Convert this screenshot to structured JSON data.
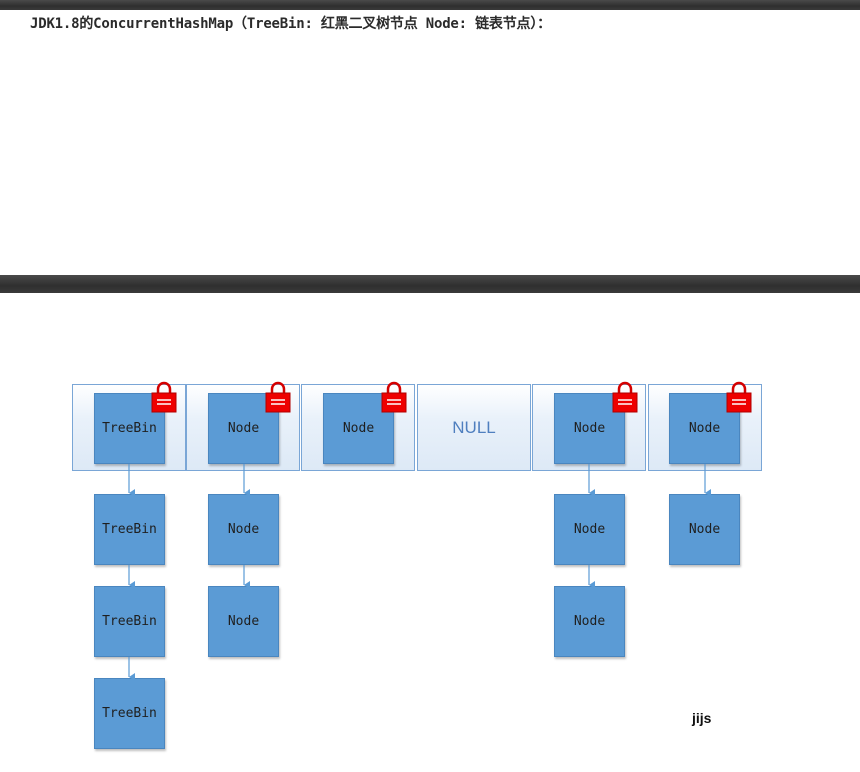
{
  "heading": "JDK1.8的ConcurrentHashMap（TreeBin: 红黑二叉树节点 Node: 链表节点）：",
  "array_slots": [
    "TreeBin",
    "Node",
    "Node",
    "NULL",
    "Node",
    "Node"
  ],
  "chains": [
    [
      "TreeBin",
      "TreeBin",
      "TreeBin"
    ],
    [
      "Node",
      "Node"
    ],
    [],
    [],
    [
      "Node",
      "Node"
    ],
    [
      "Node"
    ]
  ],
  "lock_on_slots": [
    true,
    true,
    true,
    false,
    true,
    true
  ],
  "colors": {
    "node_fill": "#5b9bd5",
    "lock_red": "#ee0000",
    "arrow": "#5b9bd5",
    "cell_border": "#7aa6d6"
  },
  "watermark": "jijs"
}
